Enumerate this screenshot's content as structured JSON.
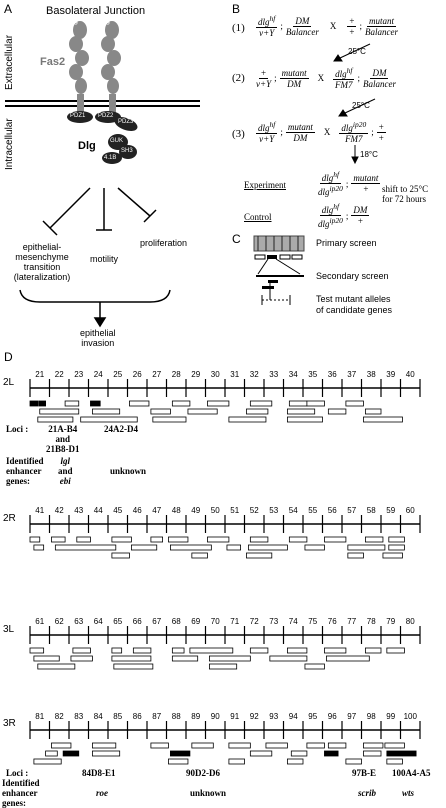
{
  "panelA": {
    "label": "A",
    "title": "Basolateral Junction",
    "extracellular": "Extracellular",
    "intracellular": "Intracellular",
    "fas2": "Fas2",
    "dlg": "Dlg",
    "ig": "Ig",
    "pdz1": "PDZ1",
    "pdz2": "PDZ2",
    "pdz3": "PDZ3",
    "guk": "GUK",
    "sh3": "SH3",
    "hook": "4.1B",
    "targets": [
      "epithelial-",
      "mesenchyme",
      "transition",
      "(lateralization)"
    ],
    "motility": "motility",
    "proliferation": "proliferation",
    "invasion": [
      "epithelial",
      "invasion"
    ]
  },
  "panelB": {
    "label": "B",
    "steps": [
      "(1)",
      "(2)",
      "(3)"
    ],
    "temps": [
      "25°C",
      "25°C",
      "18°C"
    ],
    "cross": "X",
    "experiment": "Experiment",
    "control": "Control",
    "shift": [
      "shift to 25°C",
      "for 72 hours"
    ]
  },
  "panelC": {
    "label": "C",
    "primary": "Primary screen",
    "secondary": "Secondary screen",
    "test": [
      "Test mutant alleles",
      "of candidate genes"
    ]
  },
  "panelD": {
    "label": "D",
    "rows": [
      {
        "name": "2L",
        "start": 21
      },
      {
        "name": "2R",
        "start": 41
      },
      {
        "name": "3L",
        "start": 61
      },
      {
        "name": "3R",
        "start": 81
      }
    ],
    "loci_label": "Loci :",
    "enh_label": [
      "Identified",
      "enhancer",
      "genes:"
    ],
    "row1_loci": [
      "21A-B4",
      "and",
      "21B8-D1",
      "24A2-D4"
    ],
    "row1_genes": [
      "lgl",
      "and",
      "ebi",
      "unknown"
    ],
    "row4_loci": [
      "84D8-E1",
      "90D2-D6",
      "97B-E",
      "100A4-A5"
    ],
    "row4_genes": [
      "roe",
      "unknown",
      "scrib",
      "wts"
    ]
  }
}
